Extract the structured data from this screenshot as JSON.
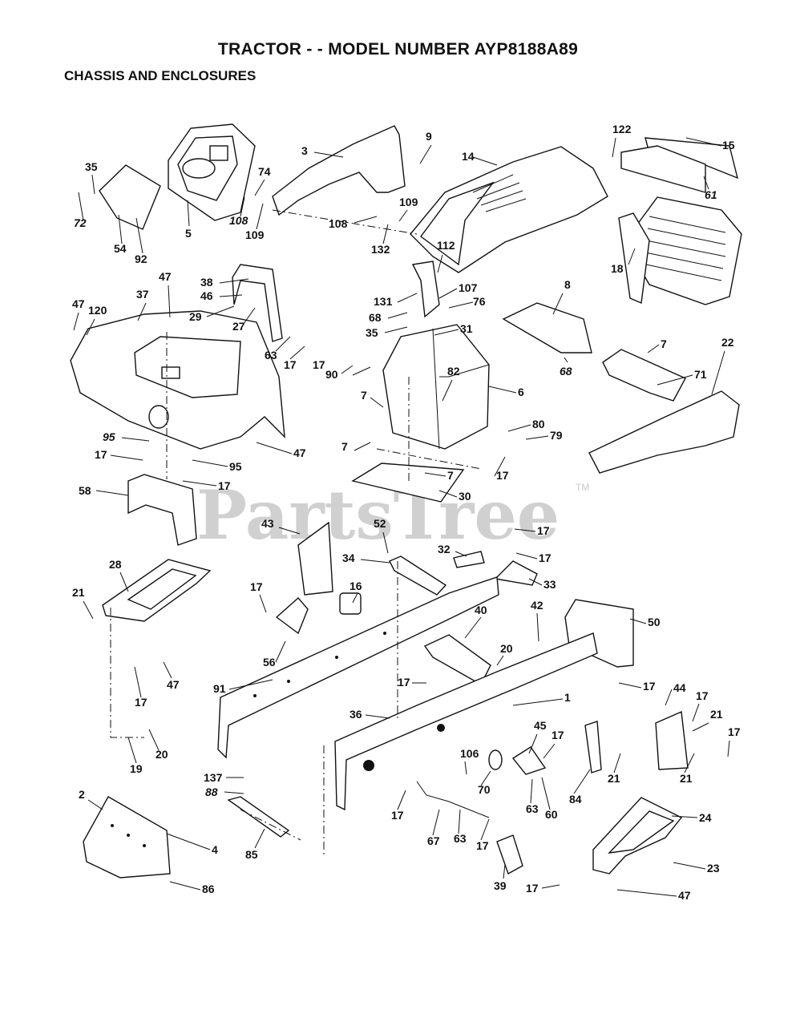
{
  "header": {
    "title": "TRACTOR - - MODEL NUMBER AYP8188A89",
    "section": "CHASSIS AND ENCLOSURES"
  },
  "watermark": {
    "text": "PartsTree",
    "tm": "TM"
  },
  "callouts": [
    {
      "id": "c1",
      "text": "35"
    },
    {
      "id": "c2",
      "text": "72"
    },
    {
      "id": "c3",
      "text": "54"
    },
    {
      "id": "c4",
      "text": "92"
    },
    {
      "id": "c5",
      "text": "5"
    },
    {
      "id": "c6",
      "text": "74"
    },
    {
      "id": "c7",
      "text": "108"
    },
    {
      "id": "c8",
      "text": "109"
    },
    {
      "id": "c9",
      "text": "3"
    },
    {
      "id": "c10",
      "text": "9"
    },
    {
      "id": "c11",
      "text": "14"
    },
    {
      "id": "c12",
      "text": "108"
    },
    {
      "id": "c13",
      "text": "109"
    },
    {
      "id": "c14",
      "text": "132"
    },
    {
      "id": "c15",
      "text": "112"
    },
    {
      "id": "c16",
      "text": "122"
    },
    {
      "id": "c17",
      "text": "15"
    },
    {
      "id": "c18",
      "text": "61"
    },
    {
      "id": "c19",
      "text": "18"
    },
    {
      "id": "c20",
      "text": "47"
    },
    {
      "id": "c21",
      "text": "38"
    },
    {
      "id": "c22",
      "text": "46"
    },
    {
      "id": "c23",
      "text": "29"
    },
    {
      "id": "c24",
      "text": "27"
    },
    {
      "id": "c25",
      "text": "63"
    },
    {
      "id": "c26",
      "text": "17"
    },
    {
      "id": "c27",
      "text": "47"
    },
    {
      "id": "c28",
      "text": "120"
    },
    {
      "id": "c29",
      "text": "37"
    },
    {
      "id": "c30",
      "text": "131"
    },
    {
      "id": "c31",
      "text": "107"
    },
    {
      "id": "c32",
      "text": "68"
    },
    {
      "id": "c33",
      "text": "76"
    },
    {
      "id": "c34",
      "text": "35"
    },
    {
      "id": "c35",
      "text": "31"
    },
    {
      "id": "c36",
      "text": "8"
    },
    {
      "id": "c37",
      "text": "17"
    },
    {
      "id": "c38",
      "text": "90"
    },
    {
      "id": "c39",
      "text": "82"
    },
    {
      "id": "c40",
      "text": "6"
    },
    {
      "id": "c41",
      "text": "68"
    },
    {
      "id": "c42",
      "text": "7"
    },
    {
      "id": "c43",
      "text": "71"
    },
    {
      "id": "c44",
      "text": "22"
    },
    {
      "id": "c45",
      "text": "7"
    },
    {
      "id": "c46",
      "text": "80"
    },
    {
      "id": "c47",
      "text": "79"
    },
    {
      "id": "c48",
      "text": "95"
    },
    {
      "id": "c49",
      "text": "47"
    },
    {
      "id": "c50",
      "text": "17"
    },
    {
      "id": "c51",
      "text": "95"
    },
    {
      "id": "c52",
      "text": "7"
    },
    {
      "id": "c53",
      "text": "17"
    },
    {
      "id": "c54",
      "text": "7"
    },
    {
      "id": "c55",
      "text": "58"
    },
    {
      "id": "c56",
      "text": "17"
    },
    {
      "id": "c57",
      "text": "30"
    },
    {
      "id": "c58",
      "text": "43"
    },
    {
      "id": "c59",
      "text": "52"
    },
    {
      "id": "c60",
      "text": "17"
    },
    {
      "id": "c61",
      "text": "32"
    },
    {
      "id": "c62",
      "text": "17"
    },
    {
      "id": "c63",
      "text": "34"
    },
    {
      "id": "c64",
      "text": "33"
    },
    {
      "id": "c65",
      "text": "28"
    },
    {
      "id": "c66",
      "text": "21"
    },
    {
      "id": "c67",
      "text": "16"
    },
    {
      "id": "c68",
      "text": "17"
    },
    {
      "id": "c69",
      "text": "50"
    },
    {
      "id": "c70",
      "text": "42"
    },
    {
      "id": "c71",
      "text": "40"
    },
    {
      "id": "c72",
      "text": "20"
    },
    {
      "id": "c73",
      "text": "56"
    },
    {
      "id": "c74",
      "text": "47"
    },
    {
      "id": "c75",
      "text": "91"
    },
    {
      "id": "c76",
      "text": "17"
    },
    {
      "id": "c77",
      "text": "17"
    },
    {
      "id": "c78",
      "text": "44"
    },
    {
      "id": "c79",
      "text": "1"
    },
    {
      "id": "c80",
      "text": "17"
    },
    {
      "id": "c81",
      "text": "17"
    },
    {
      "id": "c82",
      "text": "36"
    },
    {
      "id": "c83",
      "text": "21"
    },
    {
      "id": "c84",
      "text": "45"
    },
    {
      "id": "c85",
      "text": "17"
    },
    {
      "id": "c86",
      "text": "17"
    },
    {
      "id": "c87",
      "text": "20"
    },
    {
      "id": "c88",
      "text": "19"
    },
    {
      "id": "c89",
      "text": "106"
    },
    {
      "id": "c90",
      "text": "21"
    },
    {
      "id": "c91",
      "text": "21"
    },
    {
      "id": "c92",
      "text": "137"
    },
    {
      "id": "c93",
      "text": "70"
    },
    {
      "id": "c94",
      "text": "84"
    },
    {
      "id": "c95",
      "text": "88"
    },
    {
      "id": "c96",
      "text": "2"
    },
    {
      "id": "c97",
      "text": "63"
    },
    {
      "id": "c98",
      "text": "60"
    },
    {
      "id": "c99",
      "text": "17"
    },
    {
      "id": "c100",
      "text": "4"
    },
    {
      "id": "c101",
      "text": "85"
    },
    {
      "id": "c102",
      "text": "67"
    },
    {
      "id": "c103",
      "text": "63"
    },
    {
      "id": "c104",
      "text": "17"
    },
    {
      "id": "c105",
      "text": "24"
    },
    {
      "id": "c106",
      "text": "23"
    },
    {
      "id": "c107",
      "text": "39"
    },
    {
      "id": "c108",
      "text": "86"
    },
    {
      "id": "c109",
      "text": "17"
    },
    {
      "id": "c110",
      "text": "47"
    }
  ]
}
